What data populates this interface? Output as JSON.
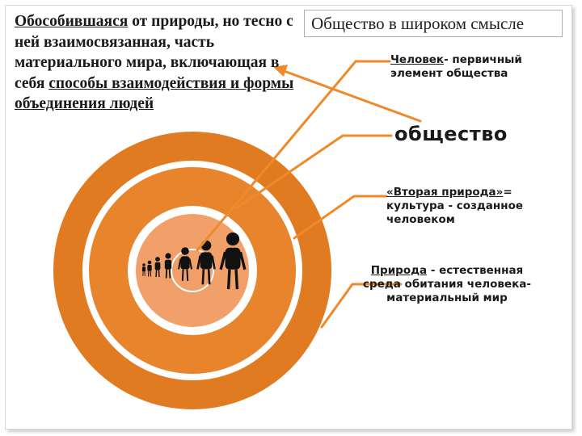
{
  "title": "Общество в широком смысле",
  "definition": {
    "part1": "Обособившаяся",
    "part2": " от природы, но тесно с ней взаимосвязанная, часть материального мира, включающая в себя ",
    "part3": "способы взаимодействия и формы объединения людей"
  },
  "labels": {
    "human": {
      "term": "Человек",
      "rest": "- первичный элемент общества"
    },
    "society": "общество",
    "culture": {
      "term": "«Вторая природа»",
      "rest": "= культура - созданное человеком"
    },
    "nature": {
      "term": "Природа",
      "rest": " - естественная среда обитания человека- материальный мир"
    }
  },
  "colors": {
    "outer_ring": "#e07b22",
    "middle_ring": "#e8852c",
    "inner_disk": "#f2a06a",
    "ring_gap": "#ffffff",
    "connector": "#ee8a2a",
    "figures": "#111111"
  },
  "figures_icon": "row-of-human-silhouettes-icon"
}
